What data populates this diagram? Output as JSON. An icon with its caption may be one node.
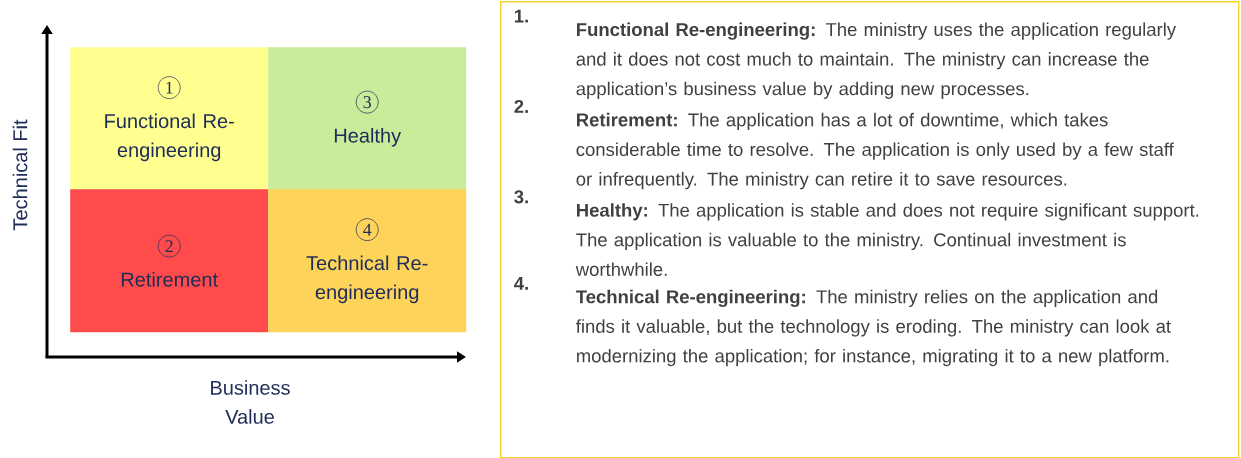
{
  "diagram": {
    "nodes": [
      {
        "text": [
          "1",
          "Functional Re-engineering"
        ]
      },
      {
        "text": [
          "3",
          "Healthy"
        ]
      },
      {
        "text": [
          "2",
          "Retirement"
        ]
      },
      {
        "text": [
          "4",
          "Technical Re-engineering"
        ]
      },
      {
        "text": [
          "1.",
          "**Functional Re-engineering:** The ministry uses the application regularly and it does not cost much to maintain. The ministry can increase the application’s business value by adding new processes.",
          "2.",
          "**Retirement:** The application has a lot of downtime, which takes considerable time to resolve. The application is only used by a few staff or infrequently. The ministry can retire it to save resources.",
          "3.",
          "**Healthy:** The application is stable and does not require significant support. The application is valuable to the ministry. Continual investment is worthwhile.",
          "4.",
          "**Technical Re-engineering:** The ministry relies on the application and finds it valuable, but the technology is eroding. The ministry can look at modernizing the application; for instance, migrating it to a new platform."
        ]
      }
    ],
    "labels": [
      "Technical Fit",
      "Business Value"
    ]
  }
}
